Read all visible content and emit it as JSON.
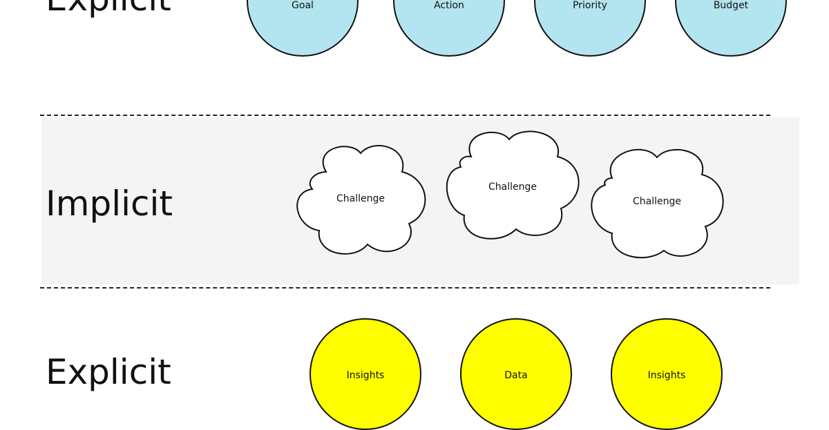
{
  "colors": {
    "top_circle_fill": "#b3e5f0",
    "bottom_circle_fill": "#ffff00",
    "cloud_fill": "#ffffff",
    "band_fill": "#f4f4f4",
    "stroke": "#111111"
  },
  "rows": {
    "top": {
      "label": "Explicit",
      "items": [
        "Goal",
        "Action",
        "Priority",
        "Budget"
      ]
    },
    "middle": {
      "label": "Implicit",
      "items": [
        "Challenge",
        "Challenge",
        "Challenge"
      ]
    },
    "bottom": {
      "label": "Explicit",
      "items": [
        "Insights",
        "Data",
        "Insights"
      ]
    }
  }
}
